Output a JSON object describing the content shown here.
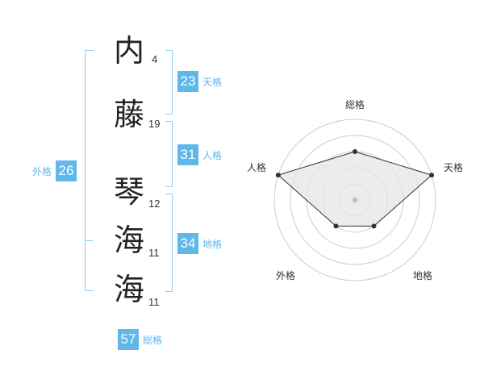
{
  "name": {
    "chars": [
      {
        "kanji": "内",
        "strokes": "4"
      },
      {
        "kanji": "藤",
        "strokes": "19"
      },
      {
        "kanji": "琴",
        "strokes": "12"
      },
      {
        "kanji": "海",
        "strokes": "11"
      },
      {
        "kanji": "海",
        "strokes": "11"
      }
    ]
  },
  "fortunes": {
    "tenkaku": {
      "value": "23",
      "label": "天格"
    },
    "jinkaku": {
      "value": "31",
      "label": "人格"
    },
    "chikaku": {
      "value": "34",
      "label": "地格"
    },
    "gaikaku": {
      "value": "26",
      "label": "外格"
    },
    "soukaku": {
      "value": "57",
      "label": "総格"
    }
  },
  "radar": {
    "axes": [
      "総格",
      "天格",
      "地格",
      "外格",
      "人格"
    ],
    "levels": [
      3,
      5,
      2,
      2,
      5
    ],
    "max_level": 5,
    "colors": {
      "ring": "#cccccc",
      "fill": "#e6e6e6",
      "line": "#333333",
      "point": "#333333",
      "center": "#bbbbbb"
    }
  }
}
